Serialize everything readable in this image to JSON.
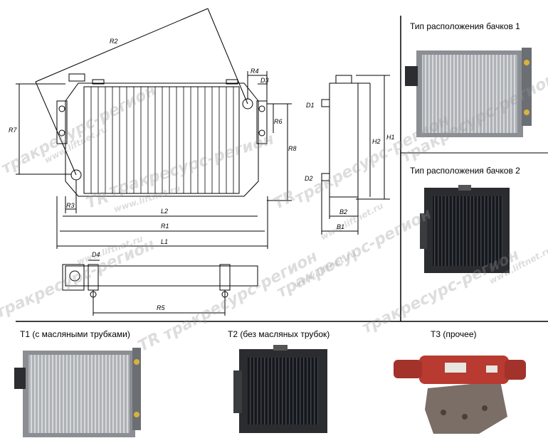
{
  "captions": {
    "type1": "Тип расположения бачков 1",
    "type2": "Тип расположения бачков 2",
    "t1": "T1 (с масляными трубками)",
    "t2": "T2 (без масляных трубок)",
    "t3": "T3 (прочее)"
  },
  "dimensions": {
    "r2": "R2",
    "r4": "R4",
    "d3": "D3",
    "r7": "R7",
    "r6": "R6",
    "r8": "R8",
    "r3": "R3",
    "l2": "L2",
    "r1": "R1",
    "l1": "L1",
    "d1": "D1",
    "d2": "D2",
    "h1": "H1",
    "h2": "H2",
    "b2": "B2",
    "b1": "B1",
    "d4": "D4",
    "r5": "R5"
  },
  "watermark": {
    "brand": "тракресурс-регион",
    "logo": "TR",
    "site": "www.liftnet.ru"
  },
  "colors": {
    "line": "#000000",
    "aluminum": "#b9bcbf",
    "black_core": "#1c1e22",
    "red_part": "#b83a30",
    "watermark": "#9a9a9a"
  }
}
